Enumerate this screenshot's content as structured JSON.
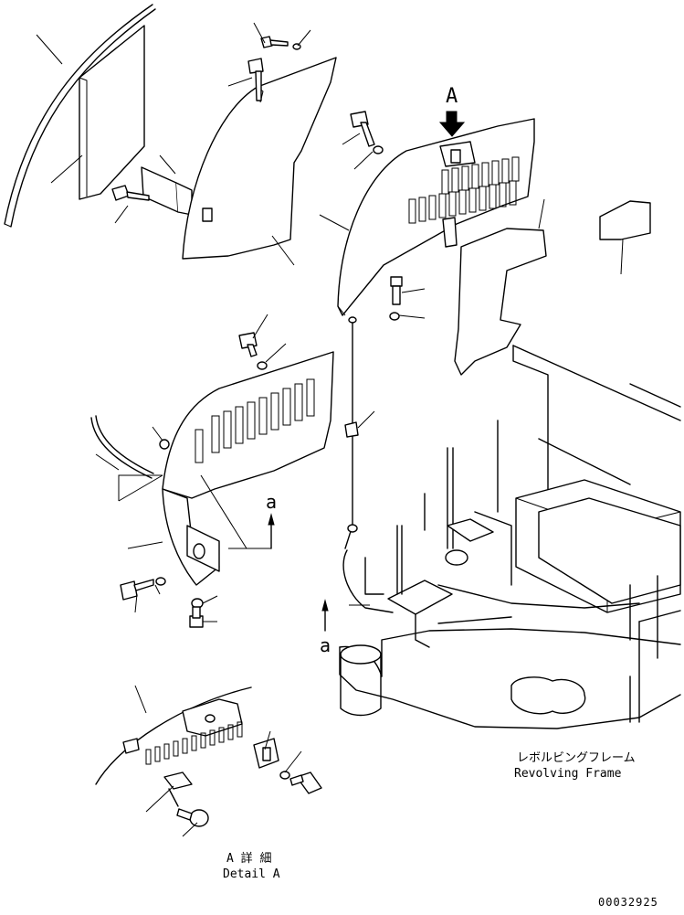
{
  "labels": {
    "view_marker_A": "A",
    "section_marker_a_upper": "a",
    "section_marker_a_lower": "a",
    "revolving_frame_jp": "レボルビングフレーム",
    "revolving_frame_en": "Revolving Frame",
    "detail_title_jp": "A 詳 細",
    "detail_title_en": "Detail A",
    "drawing_number": "00032925"
  }
}
